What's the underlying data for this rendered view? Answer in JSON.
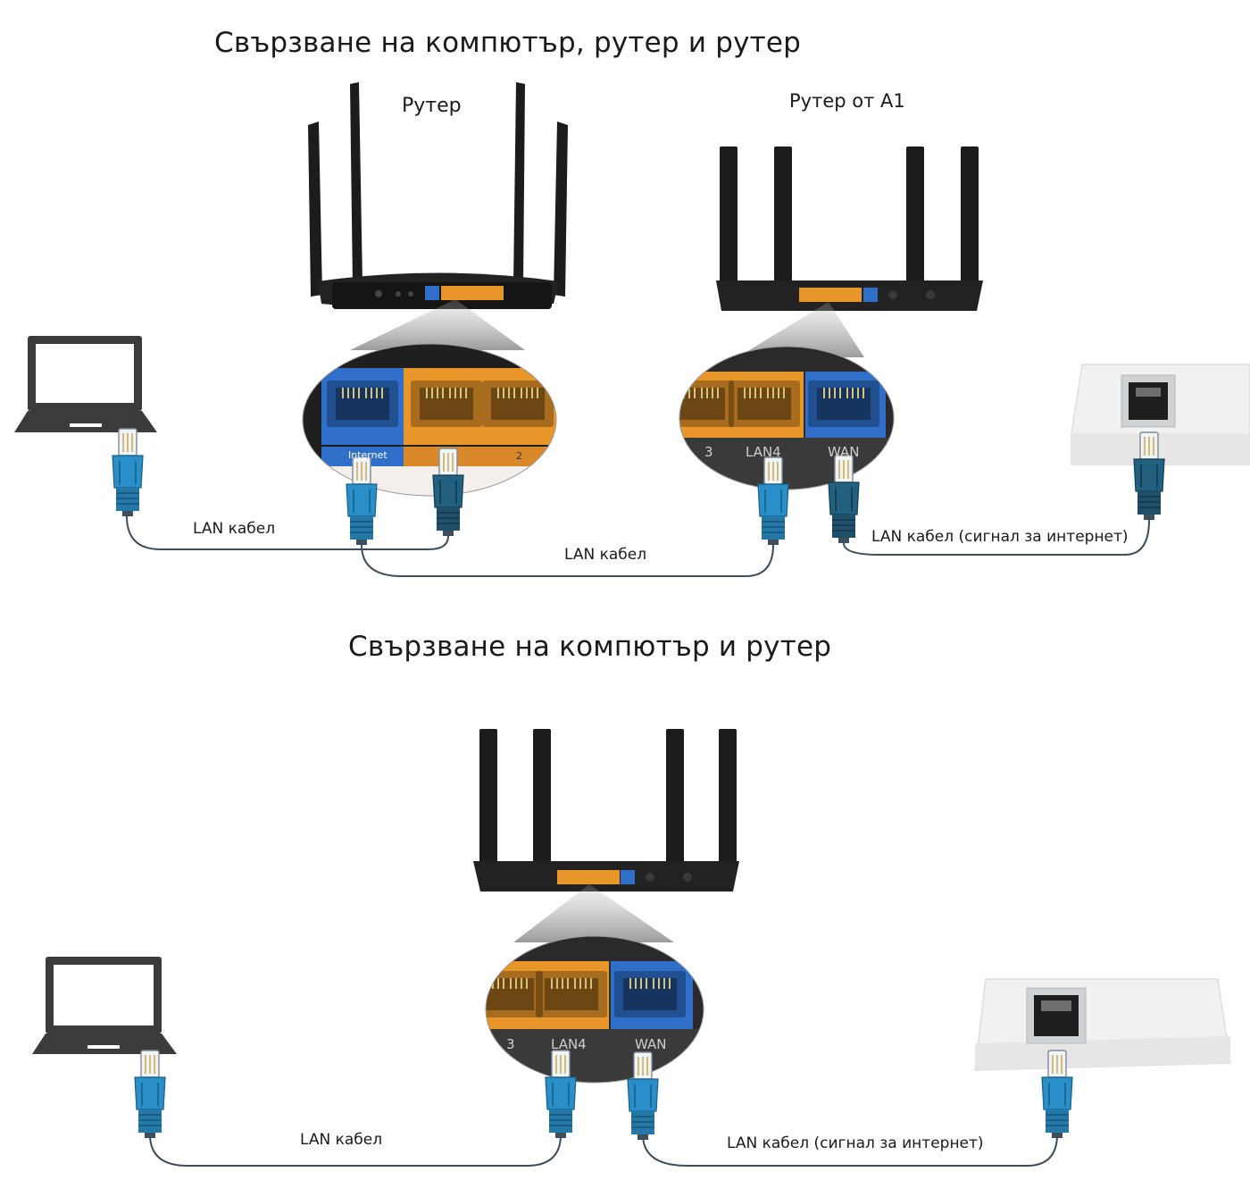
{
  "diagram_top": {
    "title": "Свързване на компютър, рутер и  рутер",
    "router_label": "Рутер",
    "a1_router_label": "Рутер от А1",
    "zoom_left_port_label": "Internet",
    "zoom_left_port_number": "2",
    "zoom_right_port_lan3": "3",
    "zoom_right_port_lan4": "LAN4",
    "zoom_right_port_wan": "WAN",
    "cable_laptop_router": "LAN кабел",
    "cable_router_a1": "LAN кабел",
    "cable_internet": "LAN кабел (сигнал за интернет)"
  },
  "diagram_bottom": {
    "title": "Свързване на компютър и рутер",
    "zoom_port_lan3": "3",
    "zoom_port_lan4": "LAN4",
    "zoom_port_wan": "WAN",
    "cable_laptop_router": "LAN кабел",
    "cable_internet": "LAN кабел (сигнал за интернет)"
  },
  "colors": {
    "lan_port": "#e8962a",
    "wan_port": "#2f6fc9",
    "connector": "#2a8fc9",
    "cable": "#3d4f5c",
    "router_body": "#1e1e1e",
    "laptop": "#3b3b3b"
  },
  "icons": [
    "laptop-icon",
    "router-icon",
    "wall-socket-icon",
    "rj45-connector-icon"
  ]
}
